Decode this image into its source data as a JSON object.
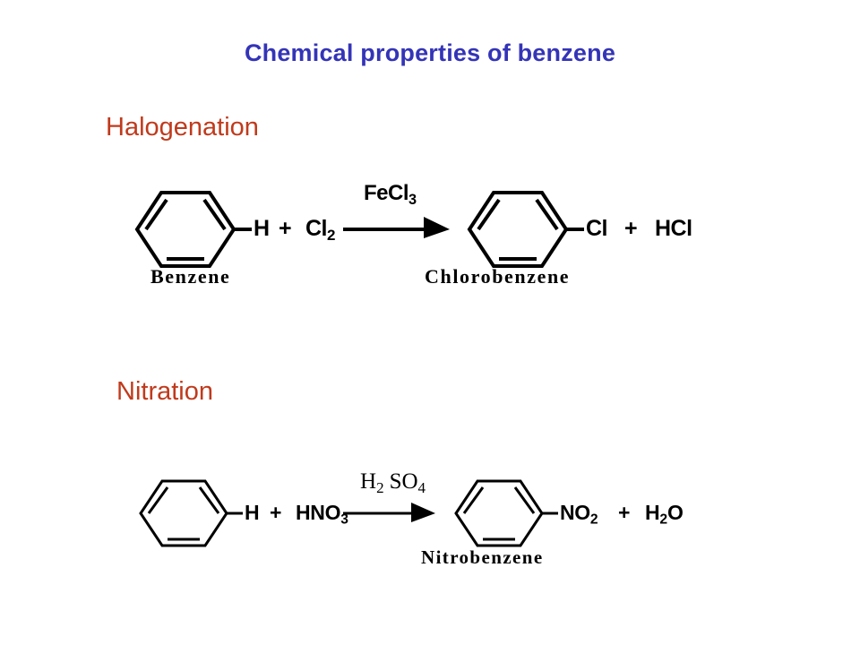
{
  "slide": {
    "title": "Chemical properties of benzene",
    "title_color": "#3434b8",
    "heading_color": "#c03a1c",
    "background": "#ffffff"
  },
  "sections": [
    {
      "id": "halogenation",
      "heading": "Halogenation",
      "reaction": {
        "reactant_structure": "benzene-ring",
        "reactant_substituent": "H",
        "plus_1": "+",
        "reactant_2": "Cl",
        "reactant_2_sub": "2",
        "reagent": "FeCl",
        "reagent_sub": "3",
        "arrow": "reaction-arrow-right",
        "product_structure": "benzene-ring",
        "product_substituent": "Cl",
        "plus_2": "+",
        "product_2": "HCl",
        "reactant_label": "Benzene",
        "product_label": "Chlorobenzene"
      }
    },
    {
      "id": "nitration",
      "heading": "Nitration",
      "reaction": {
        "reactant_structure": "benzene-ring",
        "reactant_substituent": "H",
        "plus_1": "+",
        "reactant_2": "HNO",
        "reactant_2_sub": "3",
        "reagent_a": "H",
        "reagent_a_sub": "2",
        "reagent_b": "SO",
        "reagent_b_sub": "4",
        "arrow": "reaction-arrow-right",
        "product_structure": "benzene-ring",
        "product_substituent": "NO",
        "product_substituent_sub": "2",
        "plus_2": "+",
        "product_2": "H",
        "product_2_sub": "2",
        "product_2_tail": "O",
        "product_label": "Nitrobenzene"
      }
    }
  ]
}
